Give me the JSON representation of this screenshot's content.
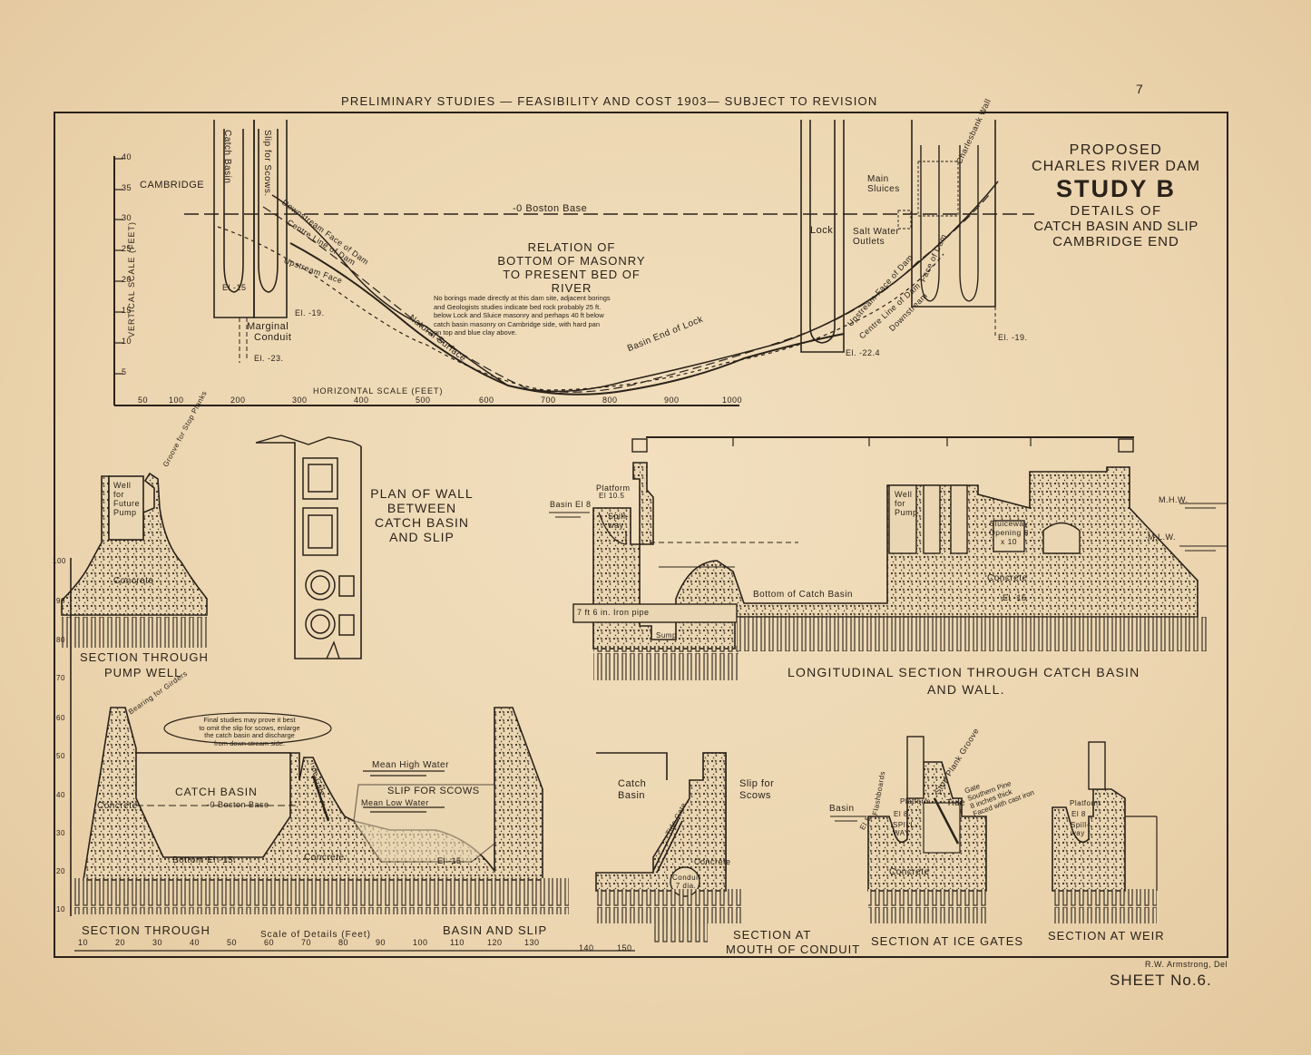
{
  "header": {
    "line": "PRELIMINARY STUDIES — FEASIBILITY AND COST 1903— SUBJECT TO REVISION",
    "corner_mark": "7"
  },
  "title_block": {
    "line1": "PROPOSED",
    "line2": "CHARLES RIVER DAM",
    "line3": "STUDY B",
    "line4": "DETAILS OF",
    "line5": "CATCH BASIN AND SLIP",
    "line6": "CAMBRIDGE END"
  },
  "profile": {
    "title1": "RELATION OF",
    "title2": "BOTTOM OF MASONRY",
    "title3": "TO PRESENT BED OF RIVER",
    "note": [
      "No borings made directly at this dam site, adjacent borings",
      "and Geologists studies indicate bed rock probably 25 ft.",
      "below Lock and Sluice masonry and perhaps 40 ft below",
      "catch basin masonry on Cambridge side, with hard pan",
      "on top and blue clay above."
    ],
    "cambridge": "CAMBRIDGE",
    "catch_basin": "Catch Basin",
    "slip_for_scows": "Slip for Scows.",
    "boston_base": "-0 Boston Base",
    "downstream_face": "Downstream Face of Dam",
    "centre_line": "Centre Line of Dam",
    "upstream_face": "Upstream Face",
    "natural_surface": "Natural Surface",
    "basin_end_of_lock": "Basin End of Lock",
    "lock": "Lock",
    "main_sluices": "Main Sluices",
    "salt_water_outlets": "Salt Water Outlets",
    "charlesbank_wall": "Charlesbank Wall",
    "upstream_face_right": "Upstream Face of Dam",
    "centre_line_right": "Centre Line of Dam",
    "downstream_right": "Downstream",
    "face_of_dam_right": "Face of Dam",
    "el_15": "El -15",
    "el_19a": "El. -19.",
    "el_23": "El. -23.",
    "el_224": "El. -22.4",
    "el_19b": "El. -19.",
    "marginal": "Marginal",
    "conduit": "Conduit",
    "vertical_scale": "VERTICAL SCALE (FEET)",
    "horizontal_scale": "HORIZONTAL SCALE (FEET)",
    "v_ticks": [
      "40",
      "35",
      "30",
      "25",
      "20",
      "15",
      "10",
      "5"
    ],
    "h_ticks": [
      "50",
      "100",
      "200",
      "300",
      "400",
      "500",
      "600",
      "700",
      "800",
      "900",
      "1000"
    ]
  },
  "plan": {
    "title1": "PLAN OF WALL",
    "title2": "BETWEEN",
    "title3": "CATCH BASIN",
    "title4": "AND SLIP"
  },
  "pump_well": {
    "well_label": "Well for Future Pump",
    "groove": "Groove for Stop Planks",
    "concrete": "Concrete",
    "caption1": "SECTION THROUGH",
    "caption2": "PUMP WELL"
  },
  "longitudinal": {
    "basin_el": "Basin El 8",
    "platform": "Platform",
    "platform_el": "El 10.5",
    "spillway": "Spill-way",
    "well_for_pump": "Well for Pump",
    "sluiceway": "Sluiceway Opening 8 x 10",
    "concrete": "Concrete",
    "el_15": "El -15",
    "bottom": "Bottom of Catch Basin",
    "iron_pipe": "7 ft 6 in. Iron pipe",
    "sump": "Sump",
    "mhw": "M.H.W.",
    "mlw": "M.L.W.",
    "caption1": "LONGITUDINAL SECTION THROUGH CATCH BASIN",
    "caption2": "AND WALL."
  },
  "section_basin": {
    "bearing": "Bearing for Girders",
    "note": [
      "Final studies may prove it best",
      "to omit the slip for scows, enlarge",
      "the catch basin and discharge",
      "from down stream side."
    ],
    "catch_basin": "CATCH BASIN",
    "boston_base": "-0 Boston Base",
    "concrete_left": "Concrete",
    "concrete_mid": "Concrete",
    "tide_gate": "Tide Gate",
    "bottom": "Bottom El -15.",
    "el_15": "El -15",
    "mean_high": "Mean High Water",
    "slip": "SLIP FOR SCOWS",
    "mean_low": "Mean Low Water",
    "caption_left": "SECTION THROUGH",
    "caption_right": "BASIN AND SLIP",
    "scale_label": "Scale of Details (Feet)",
    "scale_ticks": [
      "10",
      "20",
      "30",
      "40",
      "50",
      "60",
      "70",
      "80",
      "90",
      "100",
      "110",
      "120",
      "130",
      "140",
      "150"
    ],
    "v_ticks": [
      "100",
      "90",
      "80",
      "70",
      "60",
      "50",
      "40",
      "30",
      "20",
      "10"
    ]
  },
  "mouth": {
    "catch_basin": "Catch Basin",
    "slip": "Slip for Scows",
    "tide_gate": "Tide Gate",
    "concrete": "Concrete",
    "conduit": "Conduit 7 dia.",
    "caption1": "SECTION AT",
    "caption2": "MOUTH OF CONDUIT"
  },
  "ice_gates": {
    "basin": "Basin",
    "flashboards": "Flashboards",
    "platform": "Platform",
    "stop_plank": "Stop Plank Groove",
    "tide": "Tide",
    "gate_note": [
      "Gate",
      "Southern Pine",
      "8 inches thick",
      "Faced with cast iron"
    ],
    "el_8": "El 8.",
    "spillway": "SPILL-WAY",
    "el_5": "El 5.",
    "concrete": "Concrete",
    "caption": "SECTION AT ICE GATES"
  },
  "weir": {
    "platform": "Platform",
    "el_8": "El 8",
    "spillway": "Spill-way",
    "caption": "SECTION AT WEIR"
  },
  "footer": {
    "drafter": "R.W. Armstrong, Del",
    "sheet": "SHEET No.6."
  }
}
